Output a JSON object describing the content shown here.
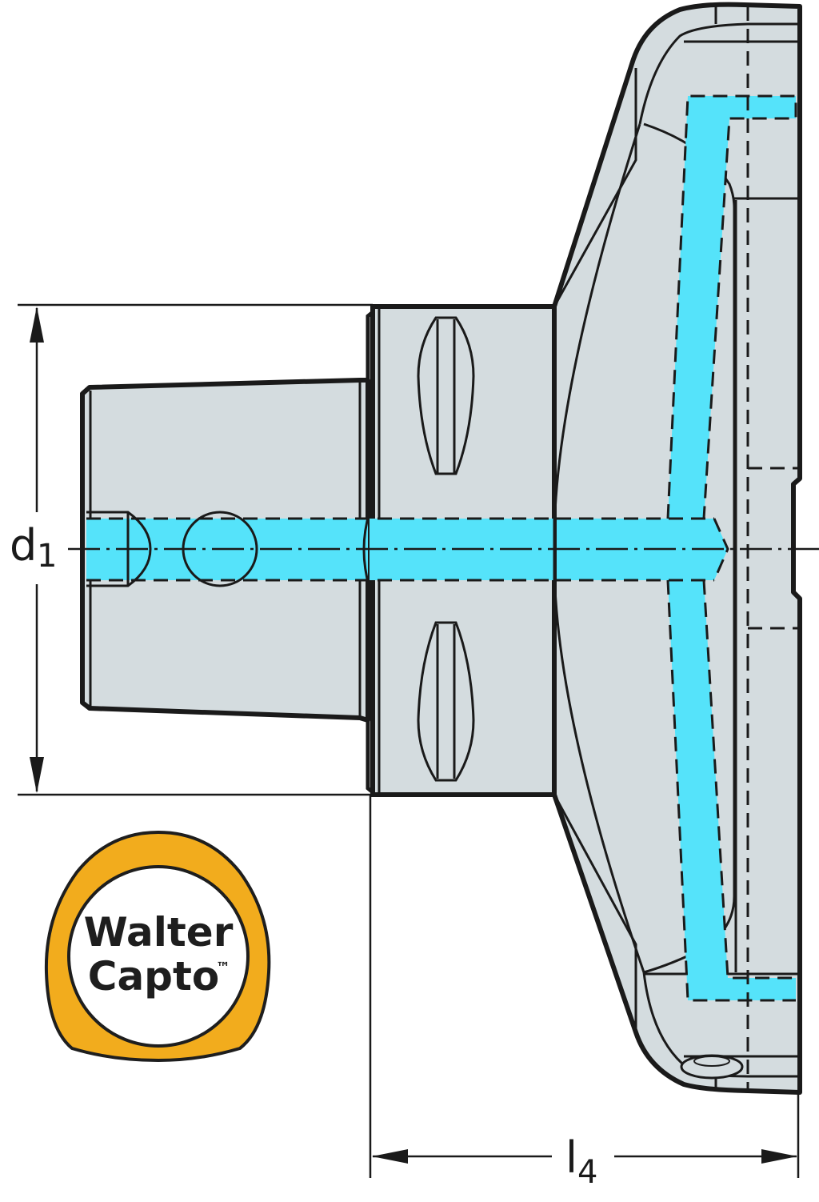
{
  "drawing": {
    "title": "Walter Capto adaptor side view",
    "colors": {
      "body_fill": "#d4dcdf",
      "coolant_fill": "#55e3fa",
      "line": "#1a1a1a",
      "logo_ring": "#f2ac1d",
      "background": "#ffffff"
    }
  },
  "dimensions": {
    "d1": {
      "symbol": "d",
      "subscript": "1"
    },
    "l4": {
      "symbol": "l",
      "subscript": "4"
    }
  },
  "logo": {
    "line1": "Walter",
    "line2": "Capto",
    "trademark": "™"
  }
}
